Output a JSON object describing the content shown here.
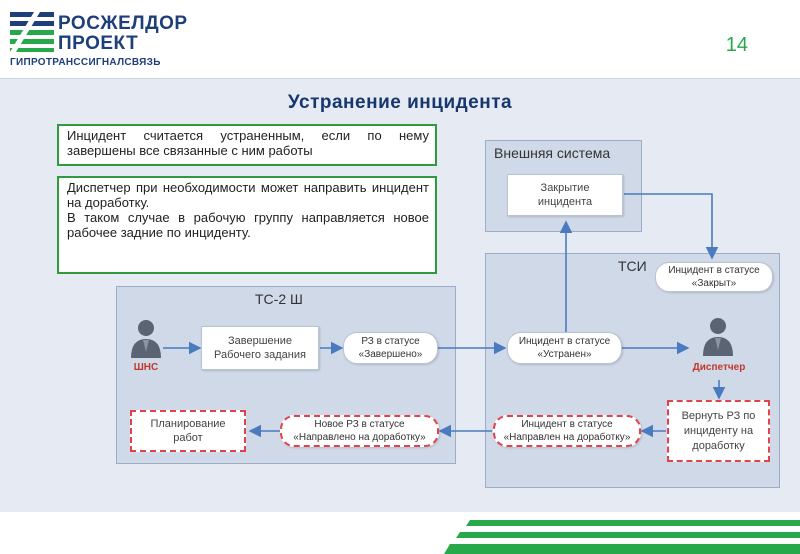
{
  "header": {
    "logo_line1": "РОСЖЕЛДОР",
    "logo_line2": "ПРОЕКТ",
    "logo_sub": "ГИПРОТРАНССИГНАЛСВЯЗЬ",
    "page_number": "14"
  },
  "title": "Устранение инцидента",
  "notes": {
    "note1": "Инцидент считается устраненным, если по нему завершены все связанные с ним работы",
    "note2_line1": "Диспетчер при необходимости может направить инцидент на доработку.",
    "note2_line2": "В таком случае в рабочую группу направляется новое рабочее задние по инциденту."
  },
  "systems": {
    "external": "Внешняя система",
    "tsi": "ТСИ",
    "ts2": "ТС-2 Ш"
  },
  "nodes": {
    "close_incident": "Закрытие инцидента",
    "incident_closed": "Инцидент в статусе «Закрыт»",
    "finish_task": "Завершение Рабочего задания",
    "rz_done": "РЗ в статусе «Завершено»",
    "incident_fixed": "Инцидент в статусе «Устранен»",
    "return_rz": "Вернуть РЗ по инциденту на доработку",
    "incident_rework": "Инцидент в статусе «Направлен на доработку»",
    "new_rz": "Новое РЗ в статусе «Направлено на доработку»",
    "plan_work": "Планирование работ"
  },
  "actors": {
    "shns": "ШНС",
    "dispatcher": "Диспетчер"
  },
  "colors": {
    "brand_blue": "#1f3f7a",
    "brand_green": "#27a84a",
    "note_border": "#2f9b3e",
    "dashed_red": "#e0434b",
    "arrow_blue": "#4a7bc0"
  }
}
